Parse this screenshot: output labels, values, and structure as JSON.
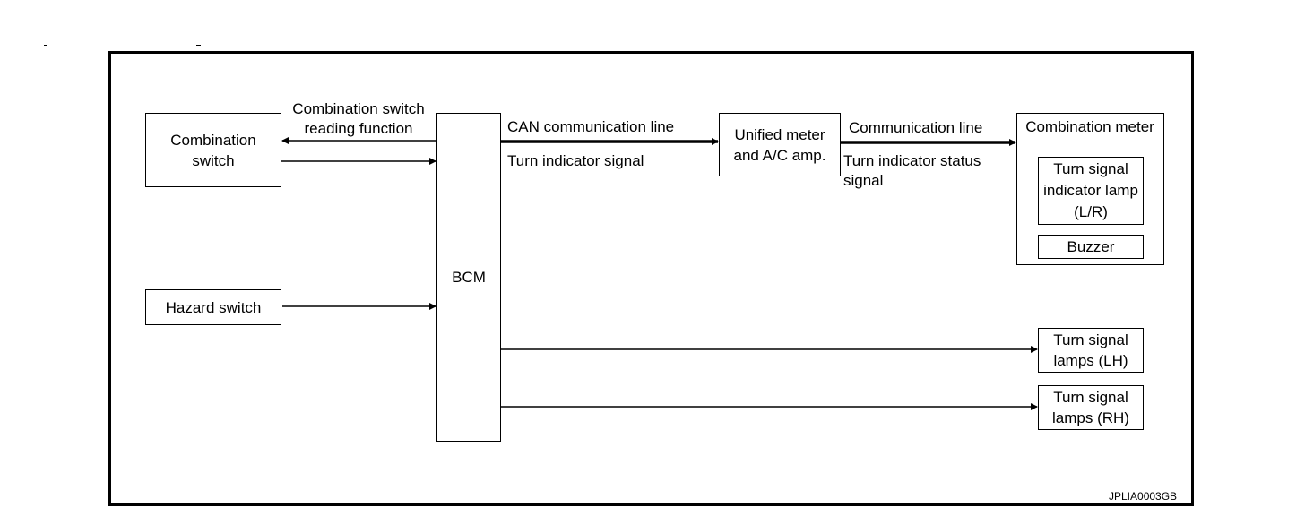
{
  "diagram": {
    "combination_switch": "Combination switch",
    "combination_switch_reading": "Combination switch reading function",
    "bcm": "BCM",
    "hazard_switch": "Hazard switch",
    "can_line": "CAN communication line",
    "turn_indicator_signal": "Turn indicator signal",
    "unified_meter": "Unified meter and A/C amp.",
    "communication_line": "Communication line",
    "turn_indicator_status_signal": "Turn indicator status signal",
    "combination_meter": "Combination meter",
    "turn_signal_indicator_lamp": "Turn signal indicator lamp (L/R)",
    "buzzer": "Buzzer",
    "turn_signal_lamps_lh": "Turn signal lamps (LH)",
    "turn_signal_lamps_rh": "Turn signal lamps (RH)",
    "figure_code": "JPLIA0003GB"
  }
}
